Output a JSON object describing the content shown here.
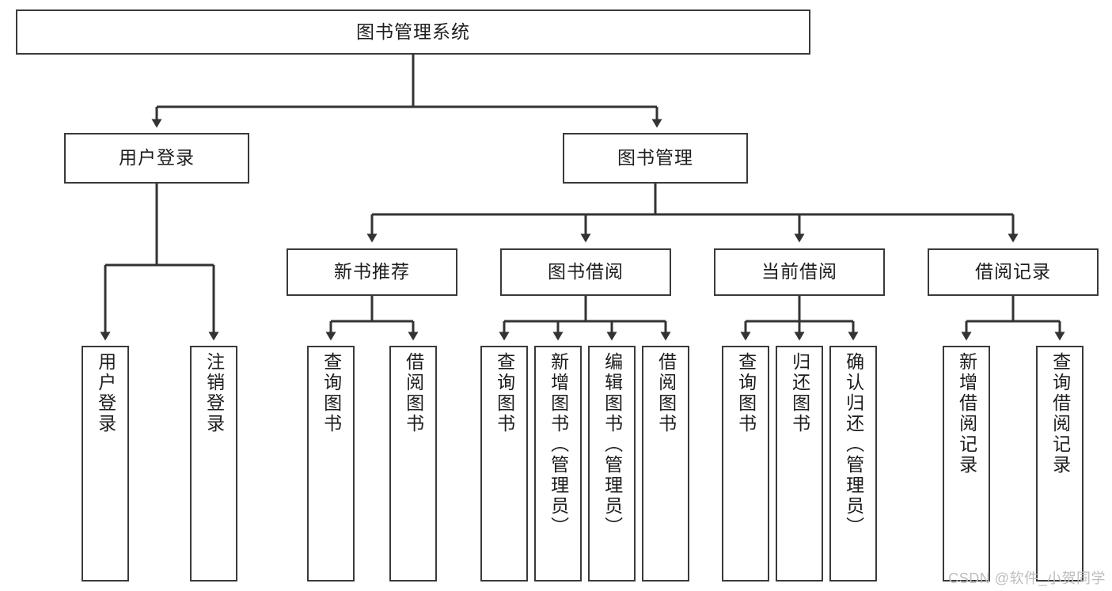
{
  "diagram": {
    "type": "tree",
    "title": "图书管理系统",
    "style": {
      "box_border": "#3a3a3a",
      "box_fill": "#ffffff",
      "edge_color": "#333333",
      "text_color": "#1d1d1d",
      "background": "#ffffff",
      "watermark_color": "#bdbdbd"
    },
    "nodes": {
      "root": {
        "label": "图书管理系统"
      },
      "level2": [
        {
          "id": "user-login",
          "label": "用户登录"
        },
        {
          "id": "book-manage",
          "label": "图书管理"
        }
      ],
      "level3": [
        {
          "id": "new-book-recommend",
          "label": "新书推荐"
        },
        {
          "id": "book-borrow",
          "label": "图书借阅"
        },
        {
          "id": "current-borrow",
          "label": "当前借阅"
        },
        {
          "id": "borrow-record",
          "label": "借阅记录"
        }
      ],
      "leaves": [
        {
          "id": "leaf-user-login",
          "label": "用户登录",
          "parent": "user-login"
        },
        {
          "id": "leaf-user-logout",
          "label": "注销登录",
          "parent": "user-login"
        },
        {
          "id": "leaf-query-book-1",
          "label": "查询图书",
          "parent": "new-book-recommend"
        },
        {
          "id": "leaf-borrow-book-1",
          "label": "借阅图书",
          "parent": "new-book-recommend"
        },
        {
          "id": "leaf-query-book-2",
          "label": "查询图书",
          "parent": "book-borrow"
        },
        {
          "id": "leaf-add-book",
          "label": "新增图书（管理员）",
          "parent": "book-borrow"
        },
        {
          "id": "leaf-edit-book",
          "label": "编辑图书（管理员）",
          "parent": "book-borrow"
        },
        {
          "id": "leaf-borrow-book-2",
          "label": "借阅图书",
          "parent": "book-borrow"
        },
        {
          "id": "leaf-query-book-3",
          "label": "查询图书",
          "parent": "current-borrow"
        },
        {
          "id": "leaf-return-book",
          "label": "归还图书",
          "parent": "current-borrow"
        },
        {
          "id": "leaf-confirm-return",
          "label": "确认归还（管理员）",
          "parent": "current-borrow"
        },
        {
          "id": "leaf-add-record",
          "label": "新增借阅记录",
          "parent": "borrow-record"
        },
        {
          "id": "leaf-query-record",
          "label": "查询借阅记录",
          "parent": "borrow-record"
        }
      ]
    }
  },
  "watermark": {
    "text": "CSDN @软件_小贺同学"
  }
}
